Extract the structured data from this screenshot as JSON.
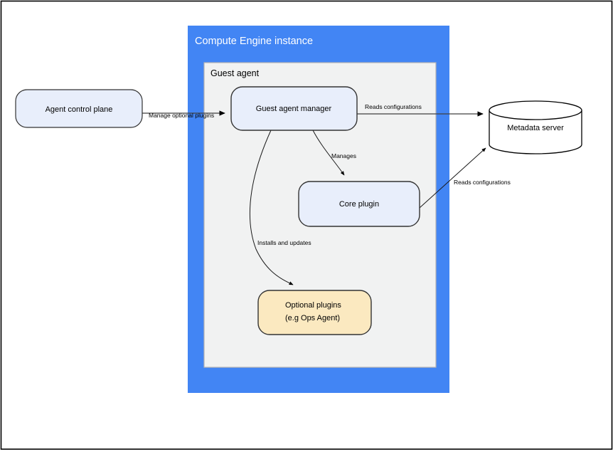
{
  "figure": {
    "background_color": "#ffffff",
    "border_color": "#000000"
  },
  "containers": {
    "compute_engine": {
      "title": "Compute Engine instance",
      "fill": "#4285f4",
      "title_color": "#ffffff"
    },
    "guest_agent": {
      "title": "Guest agent",
      "fill": "#f1f2f2",
      "border": "#b3b3b3",
      "title_color": "#000000"
    }
  },
  "nodes": [
    {
      "id": "agent-control-plane",
      "label": "Agent control plane",
      "shape": "rounded-rect",
      "fill": "#e8eefb",
      "stroke": "#333333"
    },
    {
      "id": "guest-agent-manager",
      "label": "Guest agent manager",
      "shape": "rounded-rect",
      "fill": "#e8eefb",
      "stroke": "#333333"
    },
    {
      "id": "core-plugin",
      "label": "Core plugin",
      "shape": "rounded-rect",
      "fill": "#e8eefb",
      "stroke": "#333333"
    },
    {
      "id": "optional-plugins",
      "label_line1": "Optional plugins",
      "label_line2": "(e.g  Ops Agent)",
      "shape": "rounded-rect",
      "fill": "#fbe9c0",
      "stroke": "#333333"
    },
    {
      "id": "metadata-server",
      "label": "Metadata server",
      "shape": "cylinder",
      "fill": "#ffffff",
      "stroke": "#000000"
    }
  ],
  "edges": [
    {
      "id": "manage-optional-plugins",
      "label": "Manage optional plugins",
      "from": "agent-control-plane",
      "to": "guest-agent-manager"
    },
    {
      "id": "reads-configurations-manager",
      "label": "Reads configurations",
      "from": "guest-agent-manager",
      "to": "metadata-server"
    },
    {
      "id": "manages",
      "label": "Manages",
      "from": "guest-agent-manager",
      "to": "core-plugin"
    },
    {
      "id": "installs-and-updates",
      "label": "Installs and updates",
      "from": "guest-agent-manager",
      "to": "optional-plugins"
    },
    {
      "id": "reads-configurations-core",
      "label": "Reads configurations",
      "from": "core-plugin",
      "to": "metadata-server"
    }
  ]
}
